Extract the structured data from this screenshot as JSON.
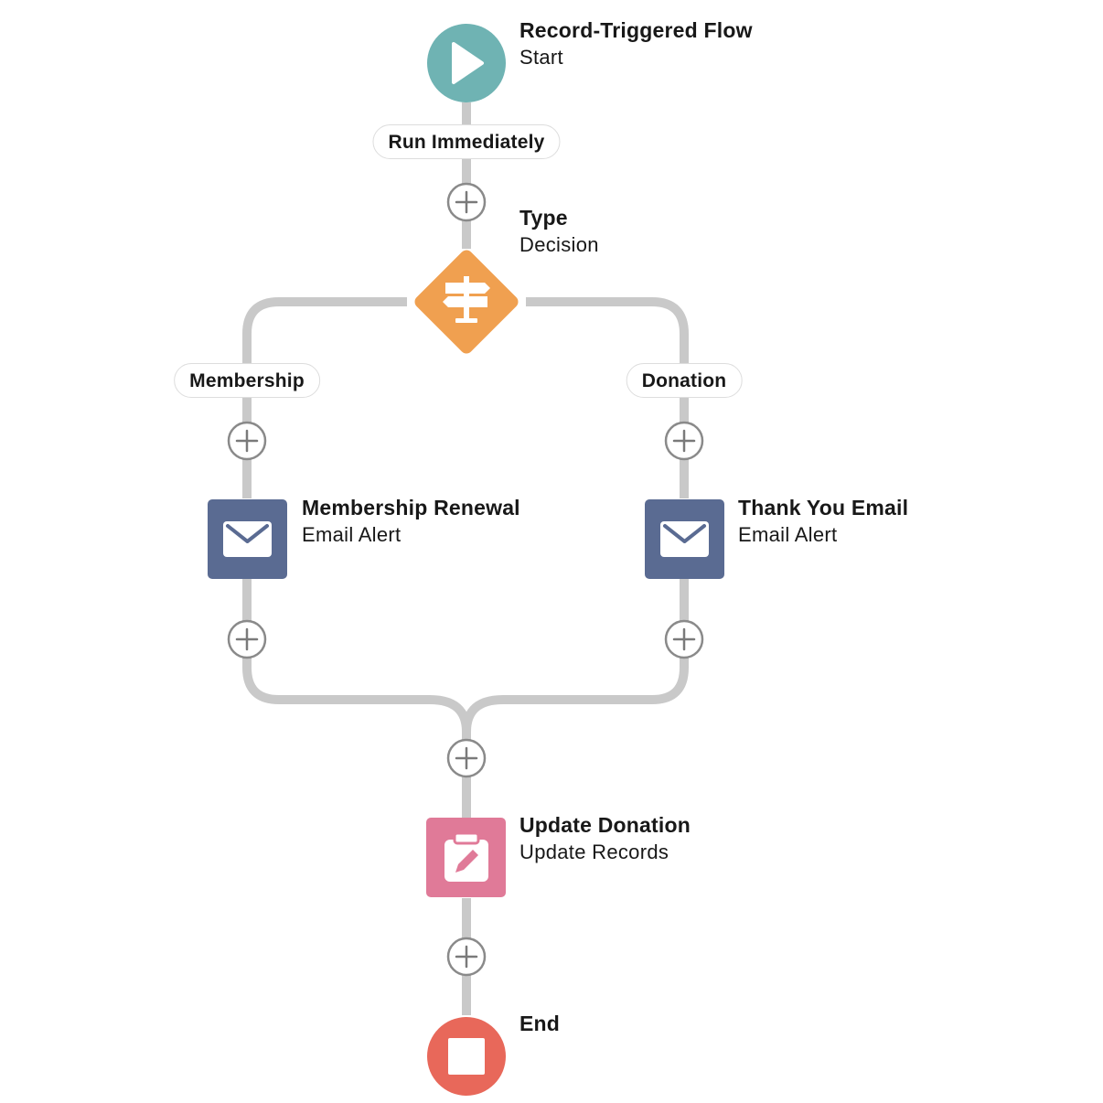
{
  "start": {
    "title": "Record-Triggered Flow",
    "subtitle": "Start",
    "icon": "play-icon",
    "color": "#6fb3b3"
  },
  "run_path_label": "Run Immediately",
  "decision": {
    "title": "Type",
    "subtitle": "Decision",
    "icon": "signpost-icon",
    "color": "#f0a050"
  },
  "outcomes": [
    {
      "label": "Membership"
    },
    {
      "label": "Donation"
    }
  ],
  "email_alerts": [
    {
      "title": "Membership Renewal",
      "subtitle": "Email Alert",
      "icon": "envelope-icon",
      "color": "#5a6b92"
    },
    {
      "title": "Thank You Email",
      "subtitle": "Email Alert",
      "icon": "envelope-icon",
      "color": "#5a6b92"
    }
  ],
  "update": {
    "title": "Update Donation",
    "subtitle": "Update Records",
    "icon": "clipboard-edit-icon",
    "color": "#e07a98"
  },
  "end": {
    "title": "End",
    "icon": "stop-icon",
    "color": "#e8685a"
  },
  "colors": {
    "connector": "#c9c9c9",
    "add_button_stroke": "#8a8a8a"
  }
}
